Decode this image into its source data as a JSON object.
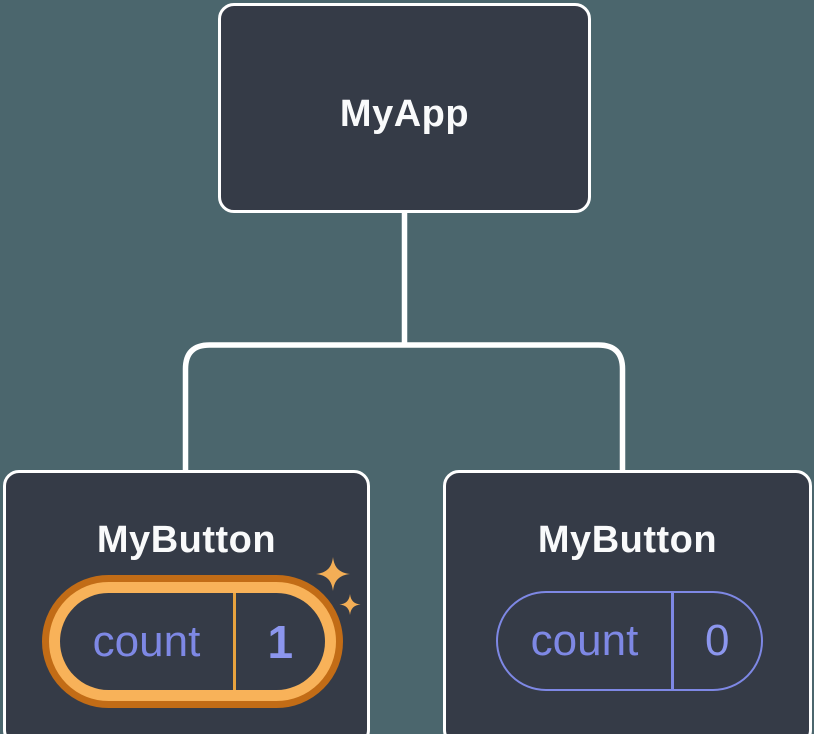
{
  "colors": {
    "canvas_bg": "#4B666D",
    "node_bg": "#353B47",
    "node_border": "#FFFFFF",
    "node_text": "#F9FAFB",
    "connector": "#FFFFFF",
    "accent_purple": "#7E88E5",
    "accent_purple_bright": "#8C96EE",
    "highlight_orange_dark": "#C26C16",
    "highlight_orange_light": "#F8B259",
    "highlight_divider": "#E8A33F",
    "sparkle_gold": "#F3AE56"
  },
  "tree": {
    "root": {
      "label": "MyApp"
    },
    "children": [
      {
        "label": "MyButton",
        "state_key": "count",
        "state_value": "1",
        "highlighted": true
      },
      {
        "label": "MyButton",
        "state_key": "count",
        "state_value": "0",
        "highlighted": false
      }
    ]
  }
}
